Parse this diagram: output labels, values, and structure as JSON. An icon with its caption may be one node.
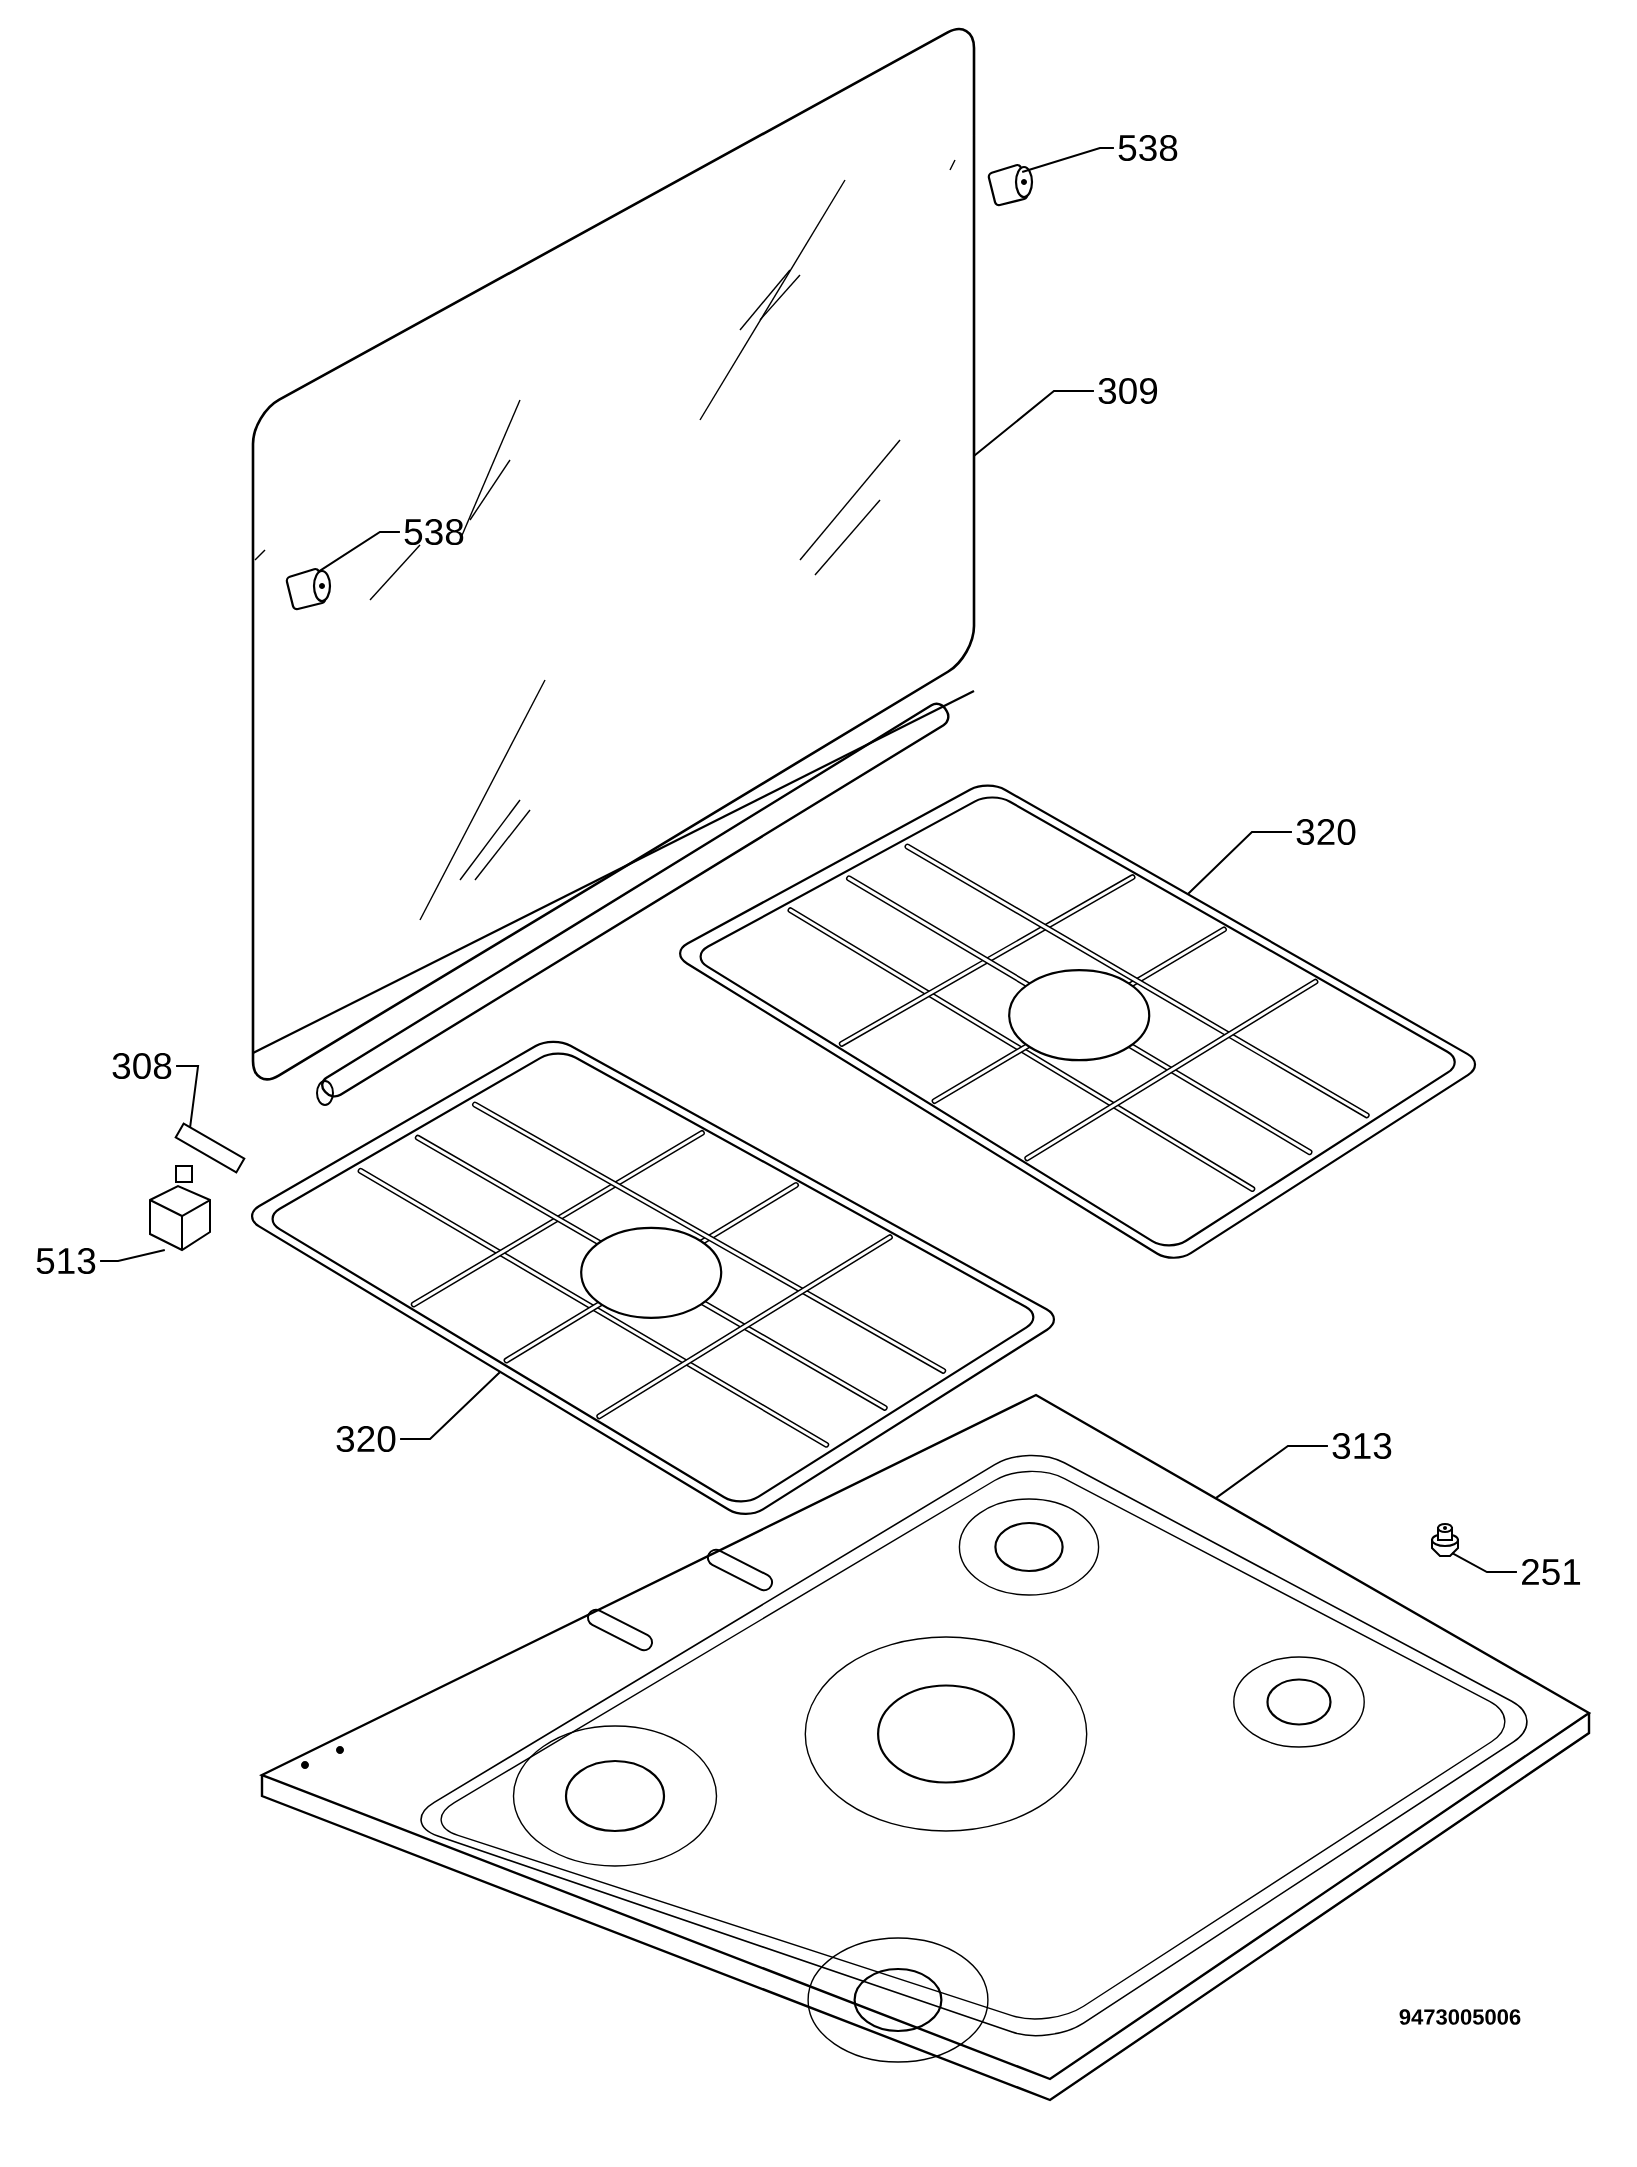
{
  "diagram": {
    "nodes": [
      {
        "text": [
          "538"
        ]
      },
      {
        "text": [],
        "shape": "picture"
      },
      {
        "text": [
          "309"
        ]
      },
      {
        "text": [],
        "shape": "picture"
      },
      {
        "text": [
          "538"
        ],
        "in": 3
      },
      {
        "text": [],
        "shape": "picture",
        "in": 3
      },
      {
        "text": [
          "320"
        ]
      },
      {
        "text": [],
        "shape": "picture"
      },
      {
        "text": [
          "308"
        ]
      },
      {
        "text": [],
        "shape": "picture"
      },
      {
        "text": [
          "513"
        ]
      },
      {
        "text": [],
        "shape": "picture"
      },
      {
        "text": [
          "320"
        ]
      },
      {
        "text": [],
        "shape": "picture"
      },
      {
        "text": [
          "313"
        ]
      },
      {
        "text": [],
        "shape": "picture"
      },
      {
        "text": [
          "251"
        ]
      },
      {
        "text": [],
        "shape": "cylinder"
      }
    ],
    "edges": [
      {
        "from": 0,
        "to": 1,
        "arrow": "none"
      },
      {
        "from": 2,
        "to": 3,
        "arrow": "none"
      },
      {
        "from": 4,
        "to": 5,
        "arrow": "none"
      },
      {
        "from": 6,
        "to": 7,
        "arrow": "none"
      },
      {
        "from": 8,
        "to": 9,
        "arrow": "none"
      },
      {
        "from": 10,
        "to": 11,
        "arrow": "none"
      },
      {
        "from": 12,
        "to": 13,
        "arrow": "none"
      },
      {
        "from": 14,
        "to": 15,
        "arrow": "none"
      },
      {
        "from": 16,
        "to": 17,
        "arrow": "none"
      }
    ],
    "labels": [
      "9473005006"
    ]
  }
}
